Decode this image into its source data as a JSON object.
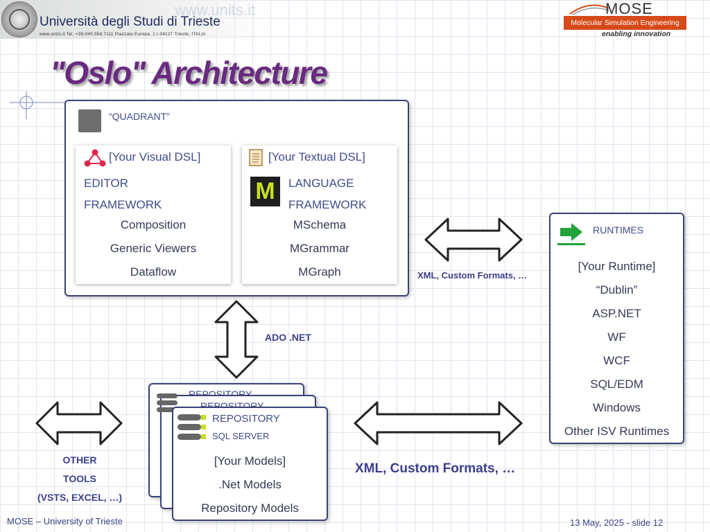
{
  "header": {
    "university": "Università degli Studi di Trieste",
    "address": "www.units.it  Tel. +39-040.558.7111  Piazzale Europa, 1  I-34127 Trieste, ITALIA",
    "watermark": "www.units.it",
    "mose_word": "MOSE",
    "mose_full": "Molecular Simulation Engineering",
    "mose_tagline": "enabling innovation"
  },
  "title": "\"Oslo\" Architecture",
  "quadrant": {
    "label": "“QUADRANT”",
    "visual": {
      "heading": "[Your Visual DSL]",
      "line1": "EDITOR",
      "line2": "FRAMEWORK",
      "items": [
        "Composition",
        "Generic Viewers",
        "Dataflow"
      ]
    },
    "textual": {
      "heading": "[Your Textual DSL]",
      "logo_letter": "M",
      "line1": "LANGUAGE",
      "line2": "FRAMEWORK",
      "items": [
        "MSchema",
        "MGrammar",
        "MGraph"
      ]
    }
  },
  "arrows": {
    "ado": "ADO .NET",
    "xml_top": "XML, Custom Formats, …",
    "xml_bottom": "XML, Custom Formats, …"
  },
  "runtimes": {
    "label": "RUNTIMES",
    "items": [
      "[Your Runtime]",
      "“Dublin”",
      "ASP.NET",
      "WF",
      "WCF",
      "SQL/EDM",
      "Windows",
      "Other ISV Runtimes"
    ]
  },
  "repository": {
    "back_label_1": "REPOSITORY",
    "back_label_2": "REPOSITORY",
    "label": "REPOSITORY",
    "sublabel": "SQL SERVER",
    "items": [
      "[Your Models]",
      ".Net Models",
      "Repository Models"
    ]
  },
  "other_tools": {
    "line1": "OTHER",
    "line2": "TOOLS",
    "line3": "(VSTS, EXCEL, …)"
  },
  "footer": {
    "left": "MOSE – University of Trieste",
    "right": "13 May, 2025 - slide 12"
  },
  "colors": {
    "title": "#6a2a80",
    "box_border": "#3a4176",
    "runtime_icon": "#1fa33a",
    "mose_bar": "#d64a1a",
    "dsl_icon": "#e0284a"
  }
}
